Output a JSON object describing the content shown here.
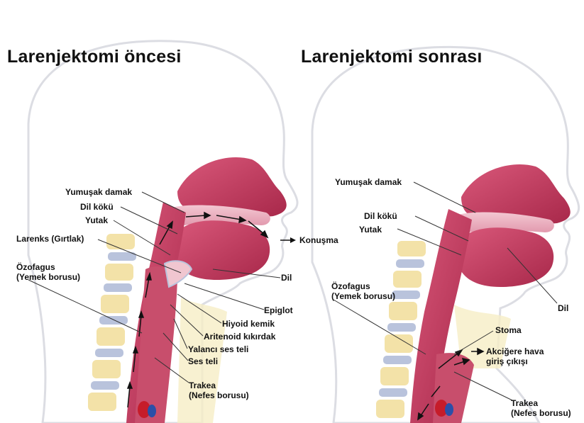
{
  "panels": [
    {
      "title": "Larenjektomi öncesi",
      "labels": {
        "yumusak_damak": "Yumuşak damak",
        "dil_koku": "Dil kökü",
        "yutak": "Yutak",
        "larenks": "Larenks (Gırtlak)",
        "ozofagus_1": "Özofagus",
        "ozofagus_2": "(Yemek borusu)",
        "konusma": "Konuşma",
        "dil": "Dil",
        "epiglot": "Epiglot",
        "hiyoid": "Hiyoid kemik",
        "aritenoid": "Aritenoid kıkırdak",
        "yalanci": "Yalancı ses teli",
        "ses_teli": "Ses teli",
        "trakea_1": "Trakea",
        "trakea_2": "(Nefes borusu)"
      }
    },
    {
      "title": "Larenjektomi sonrası",
      "labels": {
        "yumusak_damak": "Yumuşak damak",
        "dil_koku": "Dil kökü",
        "yutak": "Yutak",
        "ozofagus_1": "Özofagus",
        "ozofagus_2": "(Yemek borusu)",
        "dil": "Dil",
        "stoma": "Stoma",
        "akciger_1": "Akciğere hava",
        "akciger_2": "giriş çıkışı",
        "trakea_1": "Trakea",
        "trakea_2": "(Nefes borusu)"
      }
    }
  ],
  "colors": {
    "tissue": "#c03a5c",
    "tissue_light": "#e8a1b2",
    "skin_outline": "#dcdde3",
    "bone": "#f3e2a8",
    "disc": "#b9c3dc",
    "vessel_red": "#c61c2a",
    "vessel_blue": "#2b4fa8"
  }
}
